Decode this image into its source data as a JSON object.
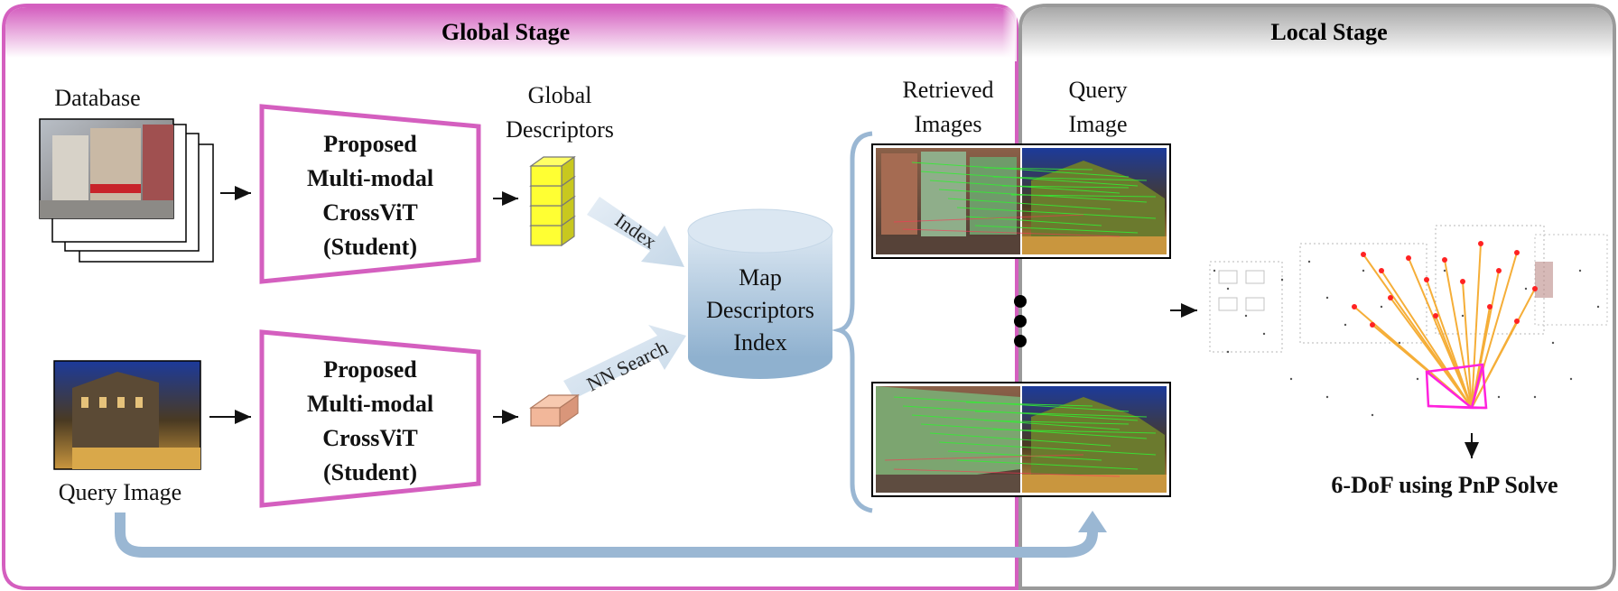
{
  "global_stage": {
    "title": "Global Stage",
    "database_label": "Database",
    "query_image_label": "Query Image",
    "encoder_lines": [
      "Proposed",
      "Multi-modal",
      "CrossViT",
      "(Student)"
    ],
    "global_descriptors_lines": [
      "Global",
      "Descriptors"
    ],
    "index_arrow_label": "Index",
    "nn_search_arrow_label": "NN Search",
    "map_index_lines": [
      "Map",
      "Descriptors",
      "Index"
    ]
  },
  "local_stage": {
    "title": "Local Stage",
    "retrieved_images_lines": [
      "Retrieved",
      "Images"
    ],
    "query_image_lines": [
      "Query",
      "Image"
    ],
    "output_label": "6-DoF using PnP Solve"
  },
  "colors": {
    "global_accent": "#d45fbf",
    "local_border": "#9a9a9a",
    "arrow_blue": "#9ab7d3",
    "descriptor_yellow": "#ffff33",
    "descriptor_orange": "#f2b79a",
    "cylinder_top": "#d9e6f1",
    "cylinder_bottom": "#95b6d3",
    "match_green": "#33dd33",
    "ray_orange": "#f5a623",
    "camera_magenta": "#ff22dd"
  }
}
